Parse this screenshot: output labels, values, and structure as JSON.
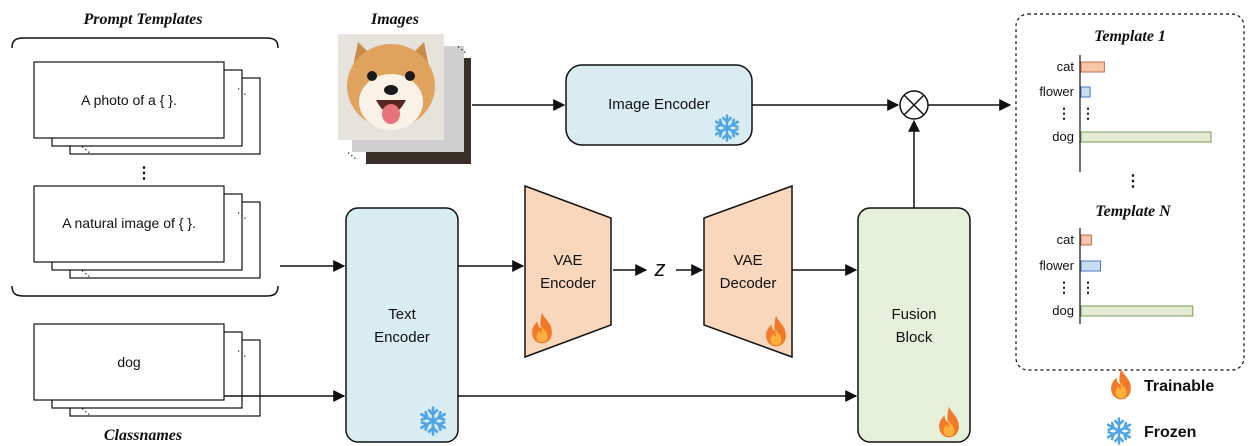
{
  "prompt_templates": {
    "title": "Prompt Templates",
    "items": [
      "A photo of a { }.",
      "A natural image of { }."
    ]
  },
  "classnames": {
    "title": "Classnames",
    "item": "dog"
  },
  "images": {
    "title": "Images"
  },
  "blocks": {
    "image_encoder": "Image Encoder",
    "text_encoder": [
      "Text",
      "Encoder"
    ],
    "vae_encoder": [
      "VAE",
      "Encoder"
    ],
    "vae_decoder": [
      "VAE",
      "Decoder"
    ],
    "fusion_block": [
      "Fusion",
      "Block"
    ],
    "latent": "z"
  },
  "output": {
    "panels": [
      {
        "title": "Template 1",
        "bars": [
          {
            "label": "cat",
            "value": 0.18,
            "color": "#f7c5a8"
          },
          {
            "label": "flower",
            "value": 0.07,
            "color": "#c9dcf0"
          },
          {
            "label": "dog",
            "value": 1.0,
            "color": "#e3ecd3"
          }
        ]
      },
      {
        "title": "Template N",
        "bars": [
          {
            "label": "cat",
            "value": 0.08,
            "color": "#f7c5a8"
          },
          {
            "label": "flower",
            "value": 0.15,
            "color": "#c9dcf0"
          },
          {
            "label": "dog",
            "value": 0.86,
            "color": "#e3ecd3"
          }
        ]
      }
    ]
  },
  "legend": {
    "trainable": "Trainable",
    "frozen": "Frozen"
  },
  "colors": {
    "image_encoder_fill": "#d9ecf2",
    "text_encoder_fill": "#d9ecf2",
    "vae_fill": "#f8d7bd",
    "fusion_fill": "#e6efd9",
    "snowflake": "#4ea4e6",
    "flame": "#f07a2a"
  }
}
